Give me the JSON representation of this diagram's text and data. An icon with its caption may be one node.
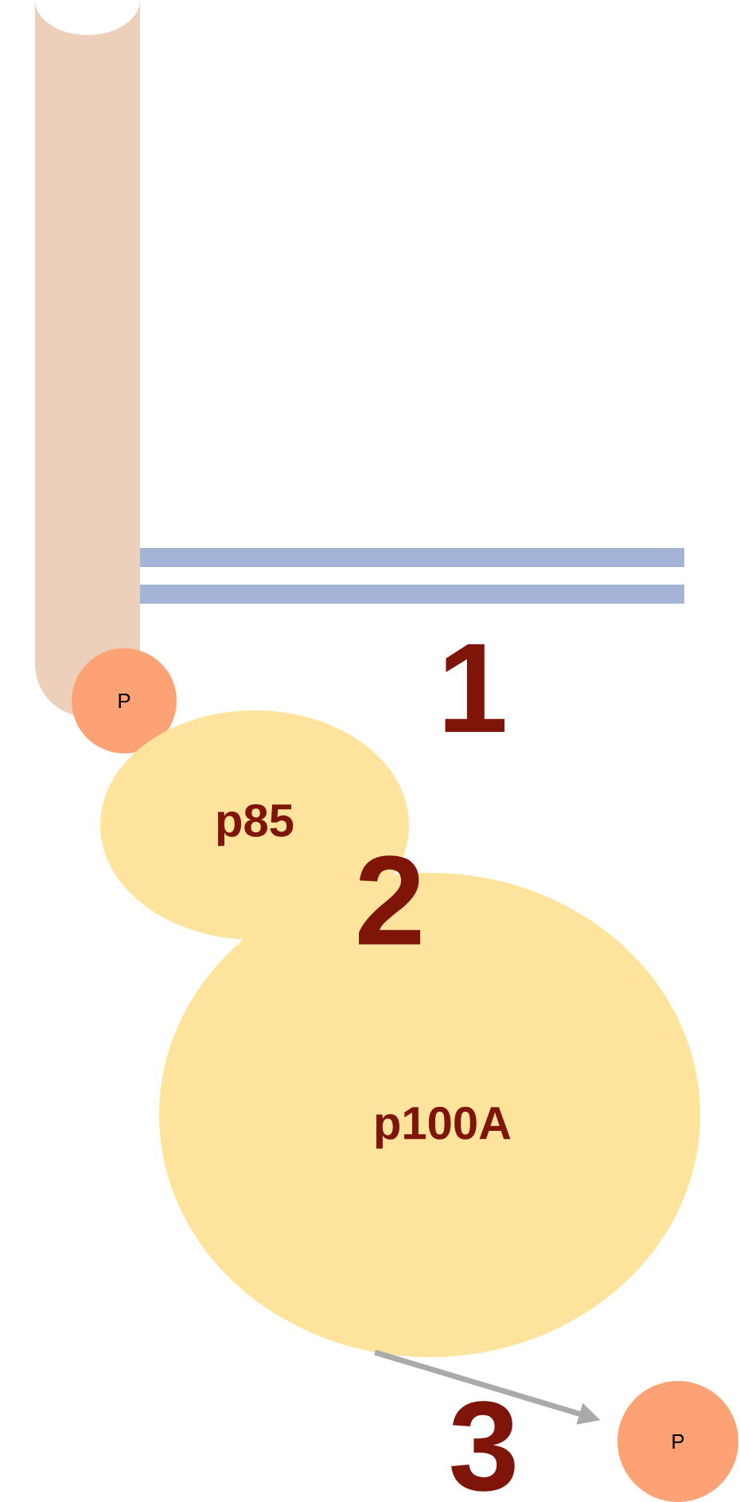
{
  "diagram": {
    "nodes": [
      {
        "text": [
          "P"
        ]
      },
      {
        "text": [
          "p85"
        ]
      },
      {
        "text": [
          "p100A"
        ]
      },
      {
        "text": [
          "P"
        ]
      }
    ],
    "edges": [
      {
        "from": 2,
        "to": 3,
        "arrow": "to",
        "color": "#aaaaaa"
      }
    ],
    "labels": [
      "1",
      "2",
      "3"
    ]
  }
}
